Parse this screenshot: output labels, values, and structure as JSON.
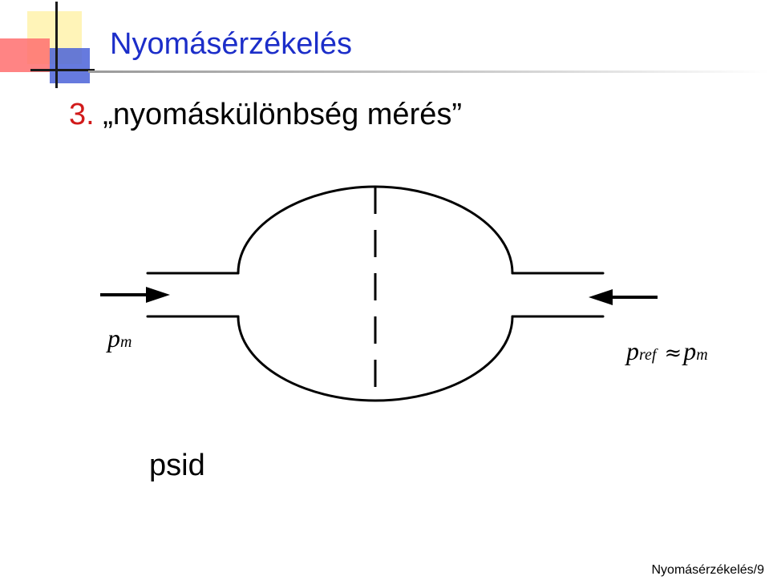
{
  "slide": {
    "title": "Nyomásérzékelés",
    "subtitle_number": "3.",
    "subtitle_text": "„nyomáskülönbség mérés”",
    "footer": "Nyomásérzékelés/9"
  },
  "diagram": {
    "left_pressure": {
      "symbol": "p",
      "subscript": "m"
    },
    "right_pressure": {
      "symbol": "p",
      "subscript": "ref",
      "relation": "≈",
      "symbol2": "p",
      "subscript2": "m"
    },
    "caption": "psid"
  },
  "colors": {
    "title": "#1c2ec9",
    "subtitle_number": "#d11a1a",
    "lines": "#000000"
  }
}
